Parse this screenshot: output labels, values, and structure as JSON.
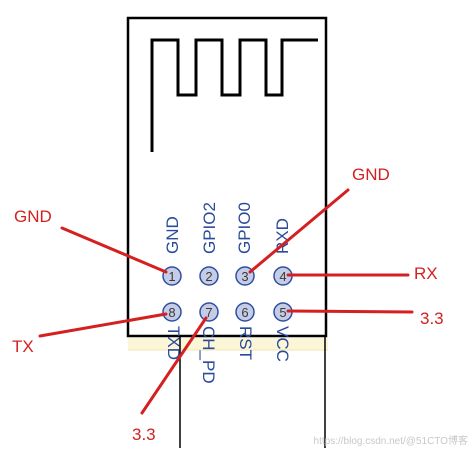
{
  "pins": [
    {
      "number": "1",
      "label": "GND"
    },
    {
      "number": "2",
      "label": "GPIO2"
    },
    {
      "number": "3",
      "label": "GPIO0"
    },
    {
      "number": "4",
      "label": "RXD"
    },
    {
      "number": "8",
      "label": "TXD"
    },
    {
      "number": "7",
      "label": "CH_PD"
    },
    {
      "number": "6",
      "label": "RST"
    },
    {
      "number": "5",
      "label": "VCC"
    }
  ],
  "callouts": {
    "gnd_left": "GND",
    "gnd_right": "GND",
    "rx": "RX",
    "v33_right": "3.3",
    "tx": "TX",
    "v33_bottom": "3.3"
  },
  "watermark": "https://blog.csdn.net/@51CTO博客",
  "colors": {
    "outline": "#000000",
    "pin_fill": "#c5cde6",
    "pin_stroke": "#2f4f9f",
    "pin_label": "#2a4a9a",
    "callout": "#d42020",
    "header_strip": "#fbf6d8"
  }
}
